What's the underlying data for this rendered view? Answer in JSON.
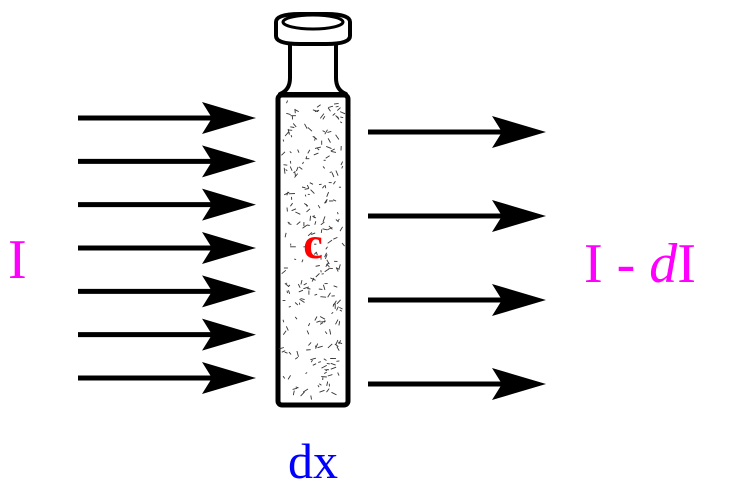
{
  "labels": {
    "incident": "I",
    "transmitted_prefix": "I - ",
    "transmitted_d": "d",
    "transmitted_suffix": "I",
    "concentration": "c",
    "path_length": "dx"
  },
  "colors": {
    "intensity": "#ff00ff",
    "concentration": "#ff0000",
    "path_length": "#0000ff",
    "arrows": "#000000",
    "tube_outline": "#000000"
  },
  "arrows": {
    "incident_count": 7,
    "transmitted_count": 4
  }
}
